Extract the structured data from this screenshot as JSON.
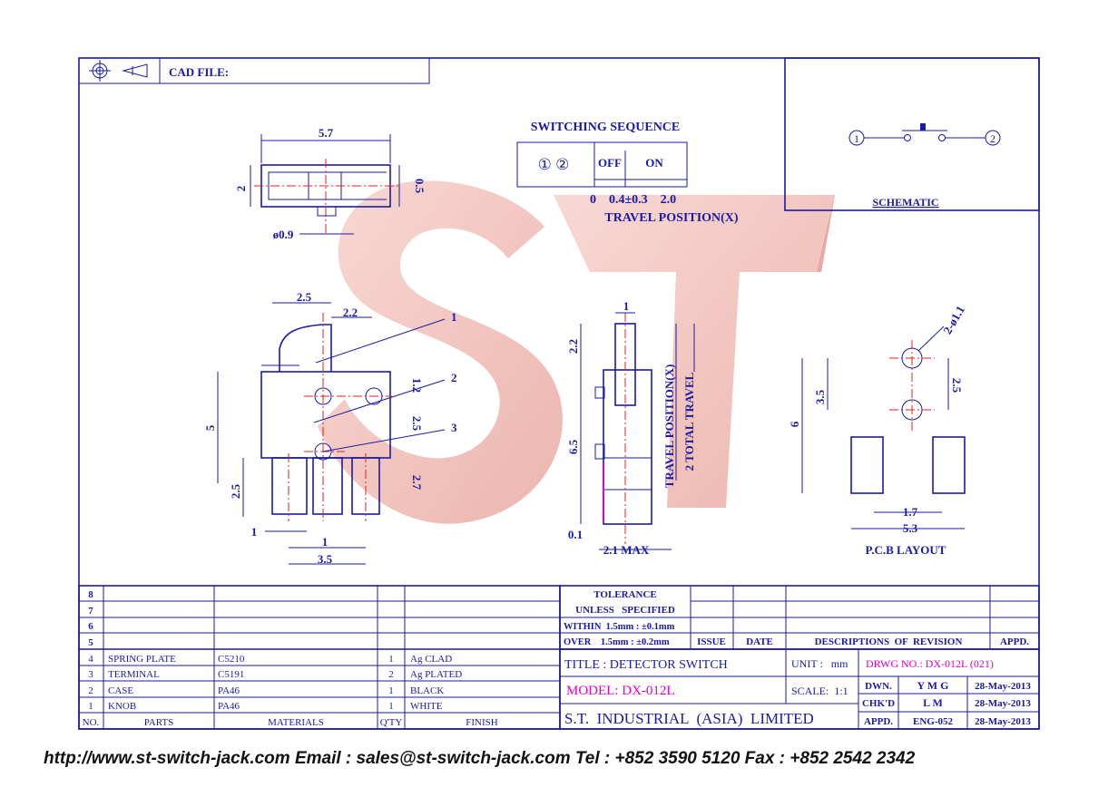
{
  "header": {
    "cad_file_label": "CAD FILE:"
  },
  "switching": {
    "title": "SWITCHING SEQUENCE",
    "terminals": "① ②",
    "off": "OFF",
    "on": "ON",
    "ticks": "0    0.4±0.3    2.0",
    "axis_label": "TRAVEL POSITION(X)"
  },
  "schematic": {
    "label": "SCHEMATIC",
    "t1": "1",
    "t2": "2"
  },
  "watermark": "ST",
  "top_view": {
    "width": "5.7",
    "height": "2",
    "offset": "0.5",
    "diameter": "ø0.9"
  },
  "front_view": {
    "d25": "2.5",
    "d22": "2.2",
    "d12": "1.2",
    "d5": "5",
    "d25b": "2.5",
    "d27": "2.7",
    "d25c": "2.5",
    "d1": "1",
    "d1b": "1",
    "d35": "3.5",
    "callouts": [
      "1",
      "2",
      "3"
    ]
  },
  "side_view": {
    "d1": "1",
    "d22": "2.2",
    "d65": "6.5",
    "d01": "0.1",
    "d21": "2.1 MAX",
    "travel_position": "TRAVEL POSITION(X)",
    "total_travel": "2 TOTAL TRAVEL"
  },
  "pcb": {
    "hole": "2-ø1.1",
    "d35": "3.5",
    "d25": "2.5",
    "d6": "6",
    "d17": "1.7",
    "d53": "5.3",
    "label": "P.C.B LAYOUT"
  },
  "parts_table": {
    "empty_rows": [
      "8",
      "7",
      "6",
      "5"
    ],
    "rows": [
      {
        "no": "4",
        "part": "SPRING PLATE",
        "material": "C5210",
        "qty": "1",
        "finish": "Ag CLAD"
      },
      {
        "no": "3",
        "part": "TERMINAL",
        "material": "C5191",
        "qty": "2",
        "finish": "Ag PLATED"
      },
      {
        "no": "2",
        "part": "CASE",
        "material": "PA46",
        "qty": "1",
        "finish": "BLACK"
      },
      {
        "no": "1",
        "part": "KNOB",
        "material": "PA46",
        "qty": "1",
        "finish": "WHITE"
      }
    ],
    "headers": {
      "no": "NO.",
      "parts": "PARTS",
      "materials": "MATERIALS",
      "qty": "Q'TY",
      "finish": "FINISH"
    }
  },
  "tolerance": {
    "line1": "TOLERANCE",
    "line2": "UNLESS   SPECIFIED",
    "within": "WITHIN  1.5mm : ±0.1mm",
    "over": "OVER    1.5mm : ±0.2mm"
  },
  "revision": {
    "issue": "ISSUE",
    "date": "DATE",
    "descriptions": "DESCRIPTIONS  OF  REVISION",
    "appd": "APPD."
  },
  "title_block": {
    "title": "TITLE : DETECTOR SWITCH",
    "unit": "UNIT :   mm",
    "drwg_no": "DRWG NO.: DX-012L (021)",
    "model": "MODEL: DX-012L",
    "scale": "SCALE:  1:1",
    "company": "S.T.  INDUSTRIAL  (ASIA)  LIMITED",
    "dwn": "DWN.",
    "dwn_val": "Y M G",
    "dwn_date": "28-May-2013",
    "chkd": "CHK'D",
    "chkd_val": "L M",
    "chkd_date": "28-May-2013",
    "appd": "APPD.",
    "appd_val": "ENG-052",
    "appd_date": "28-May-2013"
  },
  "footer": "http://www.st-switch-jack.com  Email : sales@st-switch-jack.com  Tel : +852 3590 5120  Fax : +852 2542 2342",
  "colors": {
    "line": "#1a1aa8",
    "center": "#e02020",
    "watermark": "#f0b0a8",
    "highlight": "#e000c8"
  }
}
